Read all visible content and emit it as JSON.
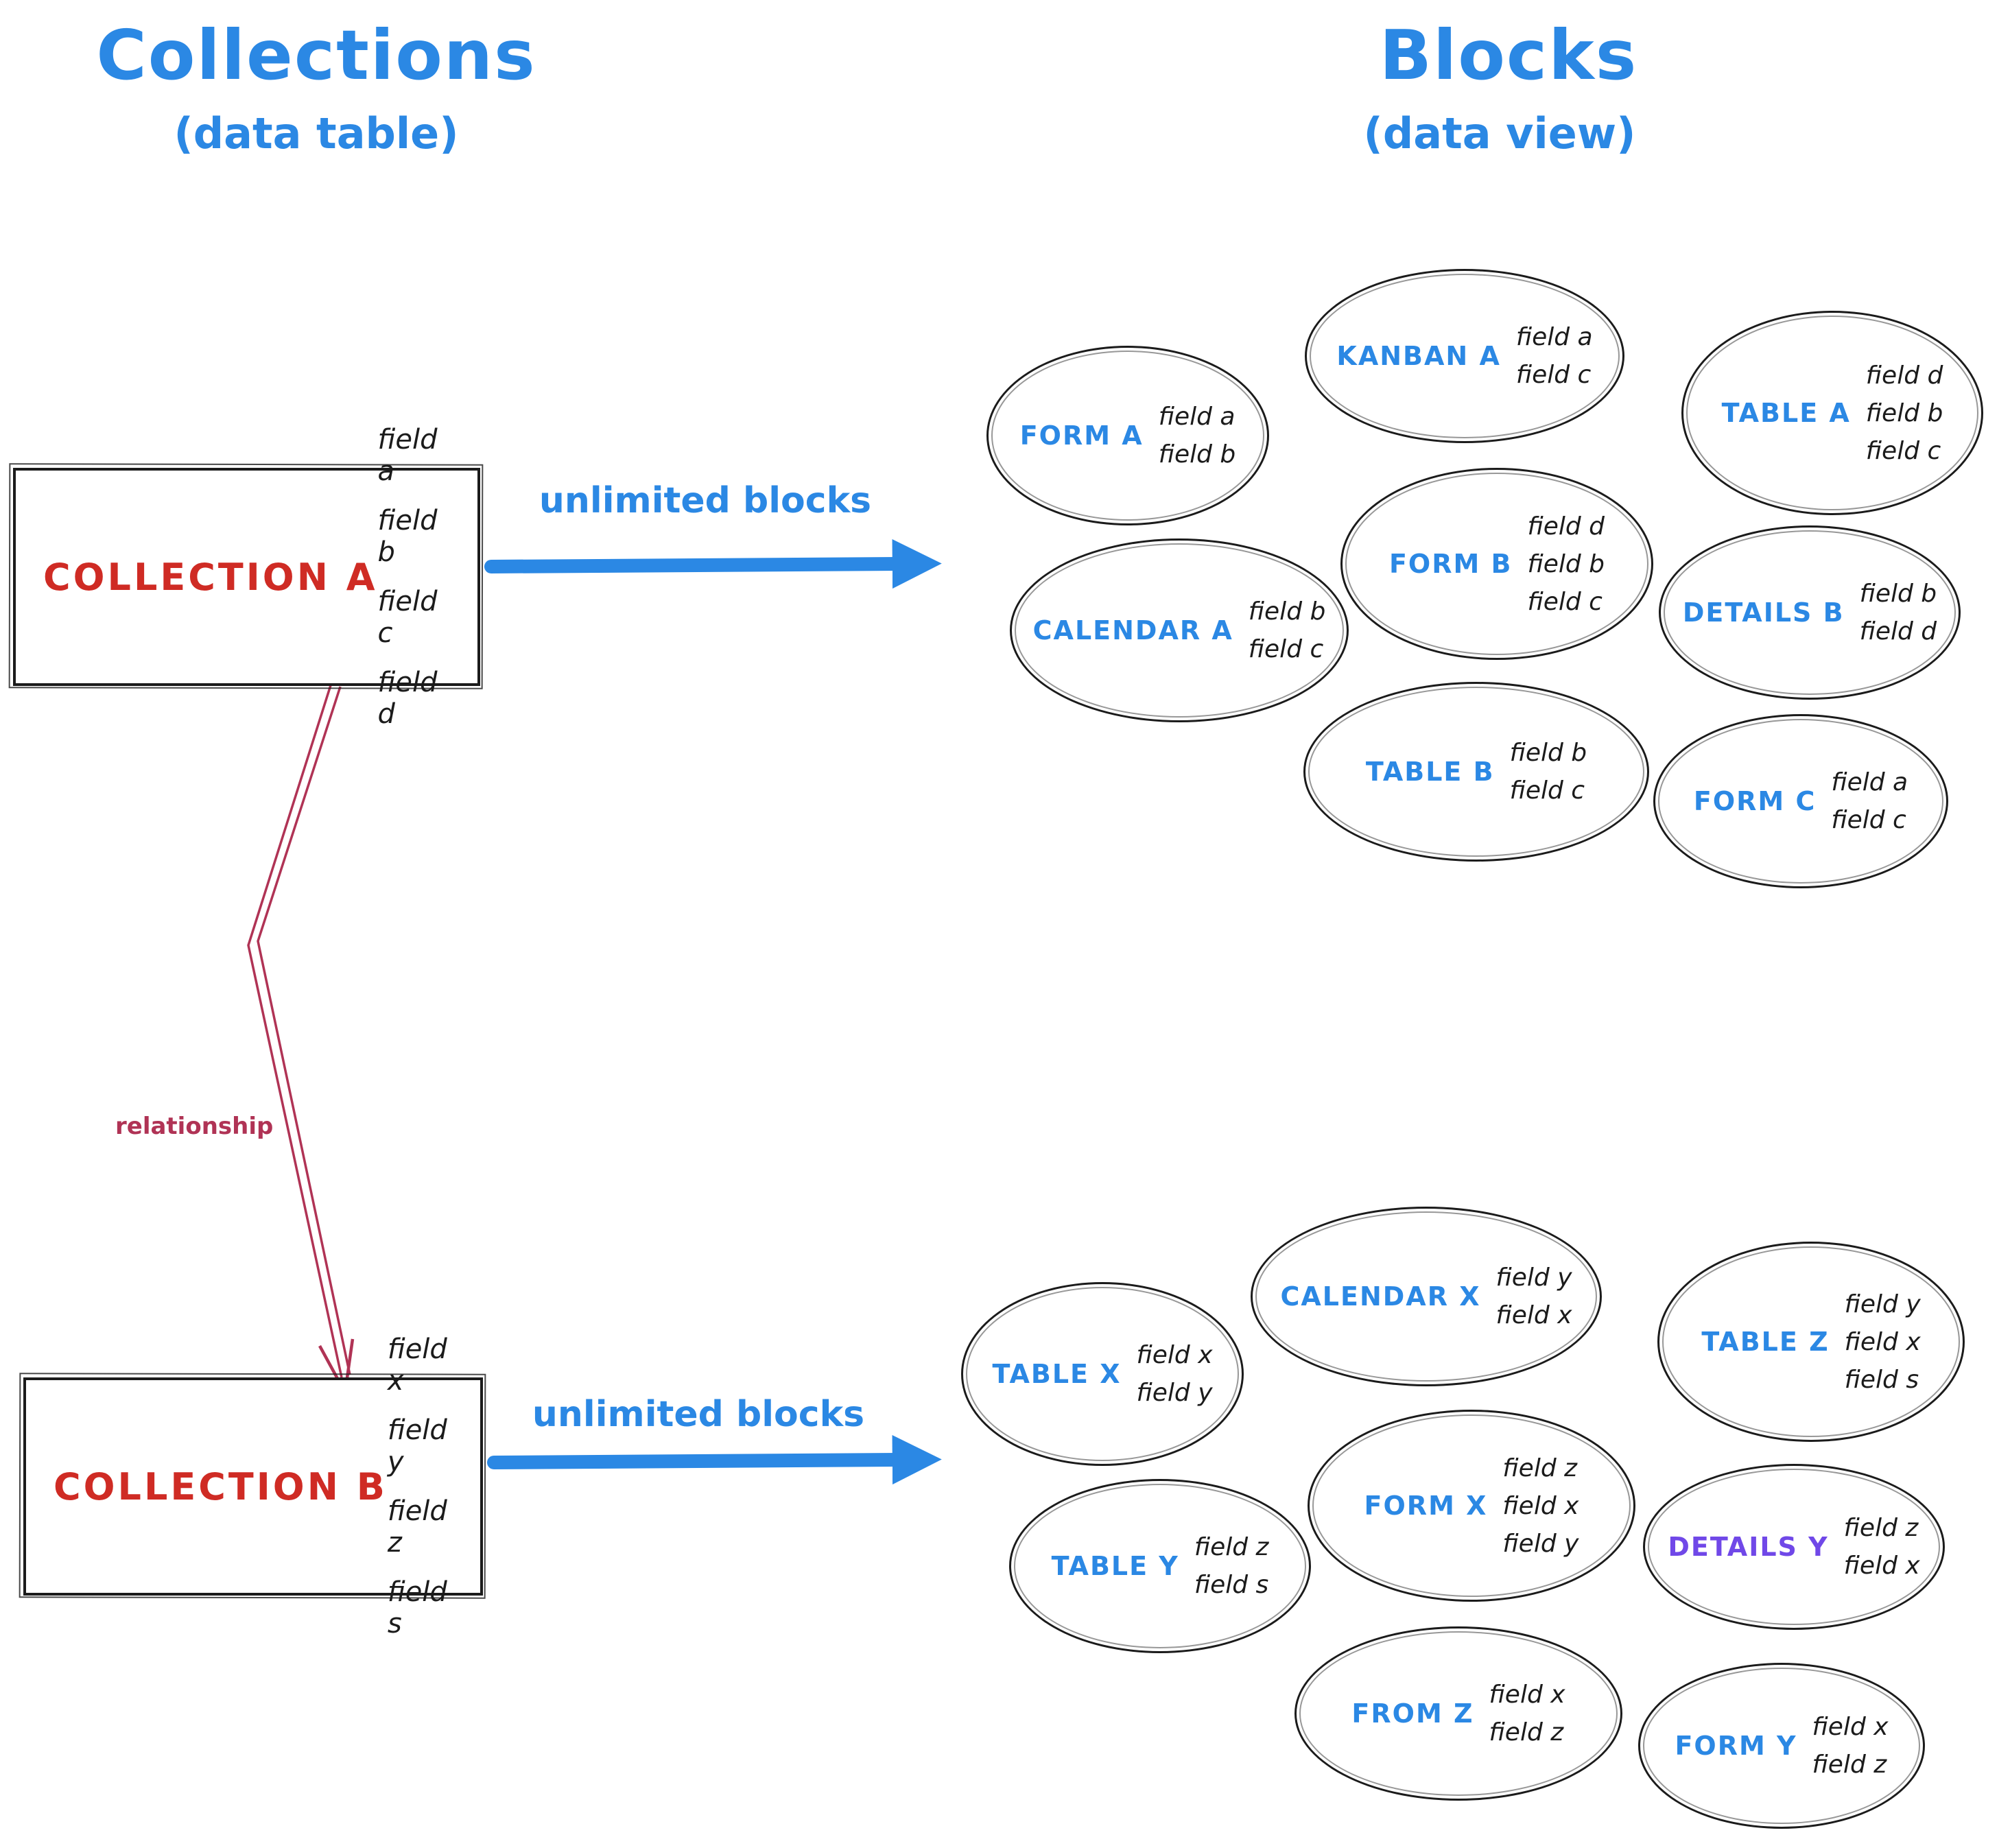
{
  "colors": {
    "blue": "#2b88e4",
    "red": "#cf2b24",
    "rose": "#b03355",
    "purple": "#7048e8",
    "ink": "#1b1b1b"
  },
  "left": {
    "title": "Collections",
    "subtitle": "(data table)",
    "relationship_label": "relationship",
    "collection_a": {
      "name": "COLLECTION A",
      "fields": [
        "field a",
        "field b",
        "field c",
        "field d"
      ],
      "arrow_label": "unlimited blocks"
    },
    "collection_b": {
      "name": "COLLECTION B",
      "fields": [
        "field x",
        "field y",
        "field z",
        "field s"
      ],
      "arrow_label": "unlimited blocks"
    }
  },
  "right": {
    "title": "Blocks",
    "subtitle": "(data view)",
    "cluster_a": [
      {
        "label": "FORM A",
        "fields": [
          "field a",
          "field b"
        ]
      },
      {
        "label": "KANBAN A",
        "fields": [
          "field a",
          "field c"
        ]
      },
      {
        "label": "TABLE A",
        "fields": [
          "field d",
          "field b",
          "field c"
        ]
      },
      {
        "label": "FORM B",
        "fields": [
          "field d",
          "field b",
          "field c"
        ]
      },
      {
        "label": "CALENDAR A",
        "fields": [
          "field b",
          "field c"
        ]
      },
      {
        "label": "DETAILS B",
        "fields": [
          "field b",
          "field d"
        ]
      },
      {
        "label": "TABLE B",
        "fields": [
          "field b",
          "field c"
        ]
      },
      {
        "label": "FORM C",
        "fields": [
          "field a",
          "field c"
        ]
      }
    ],
    "cluster_b": [
      {
        "label": "TABLE X",
        "fields": [
          "field x",
          "field y"
        ]
      },
      {
        "label": "CALENDAR X",
        "fields": [
          "field y",
          "field x"
        ]
      },
      {
        "label": "TABLE Z",
        "fields": [
          "field y",
          "field x",
          "field s"
        ]
      },
      {
        "label": "FORM X",
        "fields": [
          "field z",
          "field x",
          "field y"
        ]
      },
      {
        "label": "TABLE Y",
        "fields": [
          "field z",
          "field s"
        ]
      },
      {
        "label": "DETAILS Y",
        "fields": [
          "field z",
          "field x"
        ]
      },
      {
        "label": "FROM Z",
        "fields": [
          "field x",
          "field z"
        ]
      },
      {
        "label": "FORM Y",
        "fields": [
          "field x",
          "field z"
        ]
      }
    ]
  }
}
